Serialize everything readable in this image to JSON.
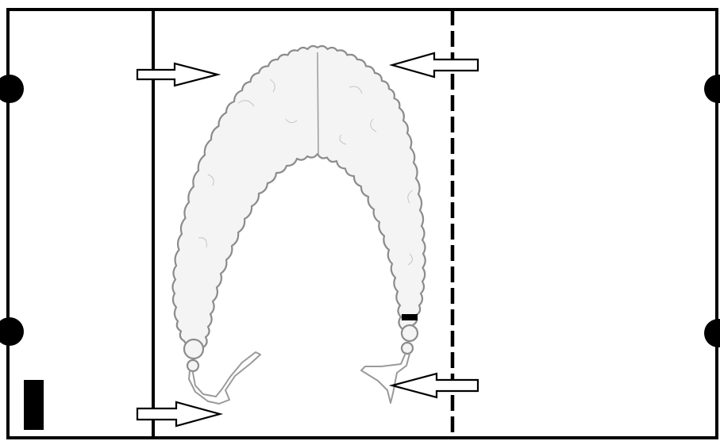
{
  "diagram": {
    "colors": {
      "background": "#ffffff",
      "lines": "#000000",
      "specimen_fill": "#f4f4f4",
      "specimen_outline": "#8c8c8c",
      "arrow_fill": "#ffffff"
    },
    "frame": {
      "style": "solid-border"
    },
    "vertical_lines": [
      {
        "name": "left-boundary-line",
        "style": "solid"
      },
      {
        "name": "right-boundary-line",
        "style": "dashed"
      }
    ],
    "mounting_dots": {
      "count": 4,
      "shape": "semicircle"
    },
    "arrows": [
      {
        "name": "arrow-top-left",
        "direction": "right"
      },
      {
        "name": "arrow-top-right",
        "direction": "left"
      },
      {
        "name": "arrow-bottom-left",
        "direction": "right"
      },
      {
        "name": "arrow-bottom-right",
        "direction": "left"
      }
    ],
    "specimen": {
      "shape": "horseshoe-arch",
      "edge": "scalloped",
      "tails": 2
    },
    "markers": [
      {
        "name": "scale-bar-marker",
        "shape": "tall-rectangle"
      },
      {
        "name": "specimen-marker",
        "shape": "small-rectangle"
      }
    ]
  }
}
